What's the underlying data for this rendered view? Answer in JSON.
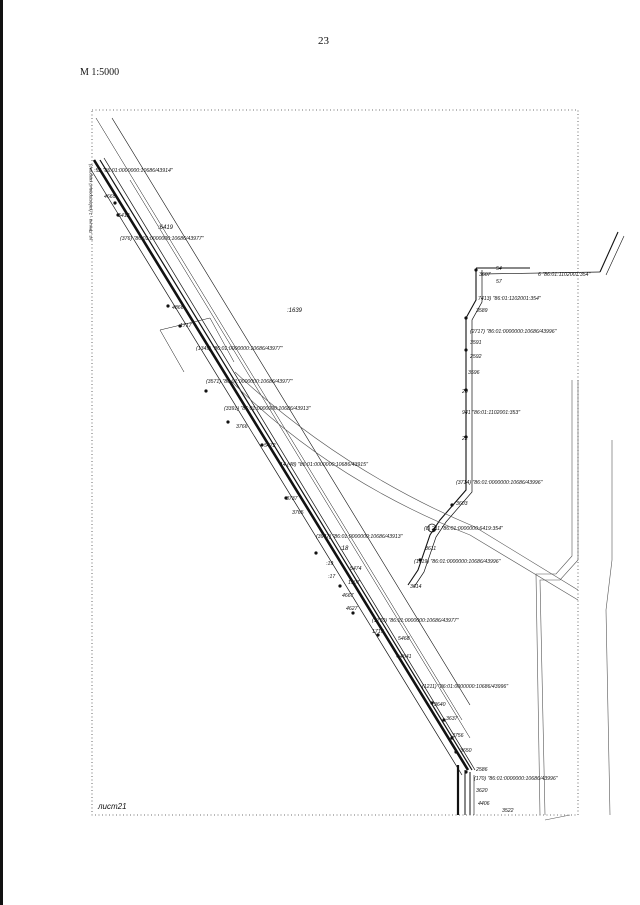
{
  "page": {
    "number": "23",
    "scale": "М 1:5000",
    "sheet_label": "лист21"
  },
  "map": {
    "labels": {
      "top_left": ":52 \"86:01:0000000:10686/43914\"",
      "p4665": "4665",
      "p5412": "5412",
      "area_6419": ":6419",
      "cad_13976": "(376) \"86:01:0000000:10686/43977\"",
      "vertical_side": "ул. Ленина - 1 (кадастровый квартал)",
      "p4866": "4866",
      "p1717": "1717",
      "cad_1349": "(1349) \"86:01:0000000:10686/43977\"",
      "cad_3571": "(3571) \"86:01:0000000:10686/43977\"",
      "cad_39913a": "(3391) \"86:01:0000000:10686/43913\"",
      "area_1639": ":1639",
      "p3766": "3766",
      "p5472": "5472",
      "cad_41485": "14 (48) \"86:01:0000000:10686/43915\"",
      "p3737": "3737",
      "p3765": "3765",
      "cad_39913b": "(3947) \"86:01:0000000:10686/43913\"",
      "p18": ":18",
      "p19": ":19",
      "p17": ":17",
      "p5474": "5474",
      "p1907": "1907",
      "p4667": "4667",
      "p4627": "4627",
      "cad_43977c": "(1770) \"86:01:0000000:10686/43977\"",
      "p1717b": "1717",
      "p5468": "5468",
      "p4641": "4641",
      "cad_43996a": "(1211) \"86:01:0000000:10686/43996\"",
      "p3640": "3640",
      "p3637": "3637",
      "p3756": "3756",
      "p3650": "3650",
      "p2586": "2586",
      "cad_43996b": "(170) \"86:01:0000000:10686/43996\"",
      "p3620": "3620",
      "p4406": "4406",
      "p3522": "3522",
      "p54": "54",
      "p57": "57",
      "p3607": "3607",
      "cad_1354": "6 \"86:01:1102001:354\"",
      "cad_1354b": "7413) \"86:01:1102001:354\"",
      "p3589": "3589",
      "cad_43996c": "(2717) \"86:01:0000000:10686/43996\"",
      "p3591": "3591",
      "p2592": "2592",
      "p3596": "3596",
      "p20": "20",
      "cad_1353": "941 \"86:01:1102001:353\"",
      "p22": "22",
      "cad_43996d": "(3714) \"86:01:0000000:10686/43996\"",
      "p3603": "3603",
      "cad_6419": "(8) 211 \"86:01:0000000:6419:354\"",
      "p3611": "3611",
      "cad_43996e": "(1519) \"86:01:0000000:10686/43996\"",
      "p3614": "3614"
    }
  }
}
